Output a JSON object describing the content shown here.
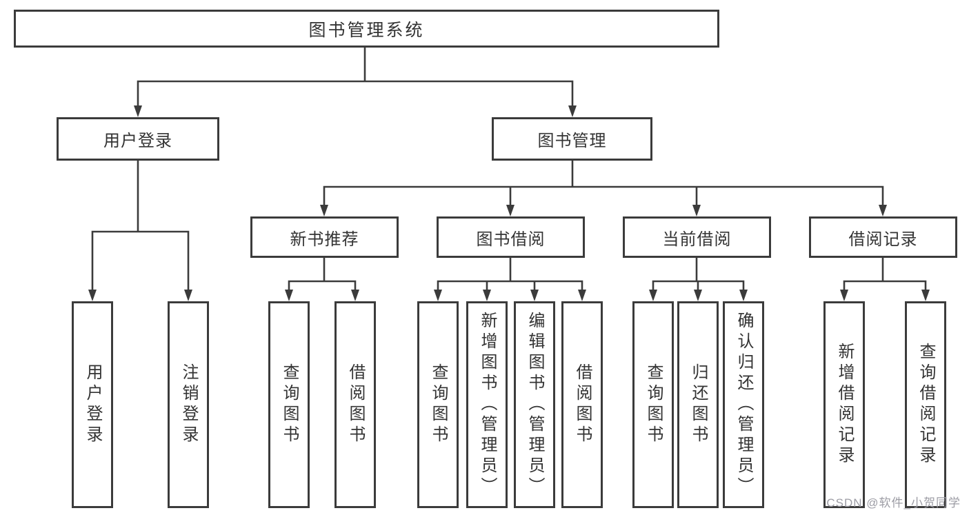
{
  "diagram": {
    "title": "图书管理系统",
    "type": "hierarchy-tree",
    "colors": {
      "line": "#3b3b3b",
      "text": "#333333",
      "background": "#ffffff",
      "watermark": "#9c9ca4"
    },
    "watermark": "CSDN @软件_小贺同学"
  },
  "nodes": {
    "root": "图书管理系统",
    "user_login": "用户登录",
    "book_mgmt": "图书管理",
    "new_book_rec": "新书推荐",
    "book_borrow": "图书借阅",
    "current_borrow": "当前借阅",
    "borrow_records": "借阅记录",
    "ul_user_login": "用户登录",
    "ul_logout": "注销登录",
    "nb_query_books": "查询图书",
    "nb_borrow_books": "借阅图书",
    "bb_query_books": "查询图书",
    "bb_add_books": "新增图书（管理员）",
    "bb_edit_books": "编辑图书（管理员）",
    "bb_borrow_books": "借阅图书",
    "cb_query_books": "查询图书",
    "cb_return_books": "归还图书",
    "cb_confirm_return": "确认归还（管理员）",
    "br_add_record": "新增借阅记录",
    "br_query_record": "查询借阅记录"
  },
  "tree": {
    "root": "图书管理系统",
    "children": [
      {
        "label": "用户登录",
        "children": [
          "用户登录",
          "注销登录"
        ]
      },
      {
        "label": "图书管理",
        "children": [
          {
            "label": "新书推荐",
            "children": [
              "查询图书",
              "借阅图书"
            ]
          },
          {
            "label": "图书借阅",
            "children": [
              "查询图书",
              "新增图书（管理员）",
              "编辑图书（管理员）",
              "借阅图书"
            ]
          },
          {
            "label": "当前借阅",
            "children": [
              "查询图书",
              "归还图书",
              "确认归还（管理员）"
            ]
          },
          {
            "label": "借阅记录",
            "children": [
              "新增借阅记录",
              "查询借阅记录"
            ]
          }
        ]
      }
    ]
  }
}
